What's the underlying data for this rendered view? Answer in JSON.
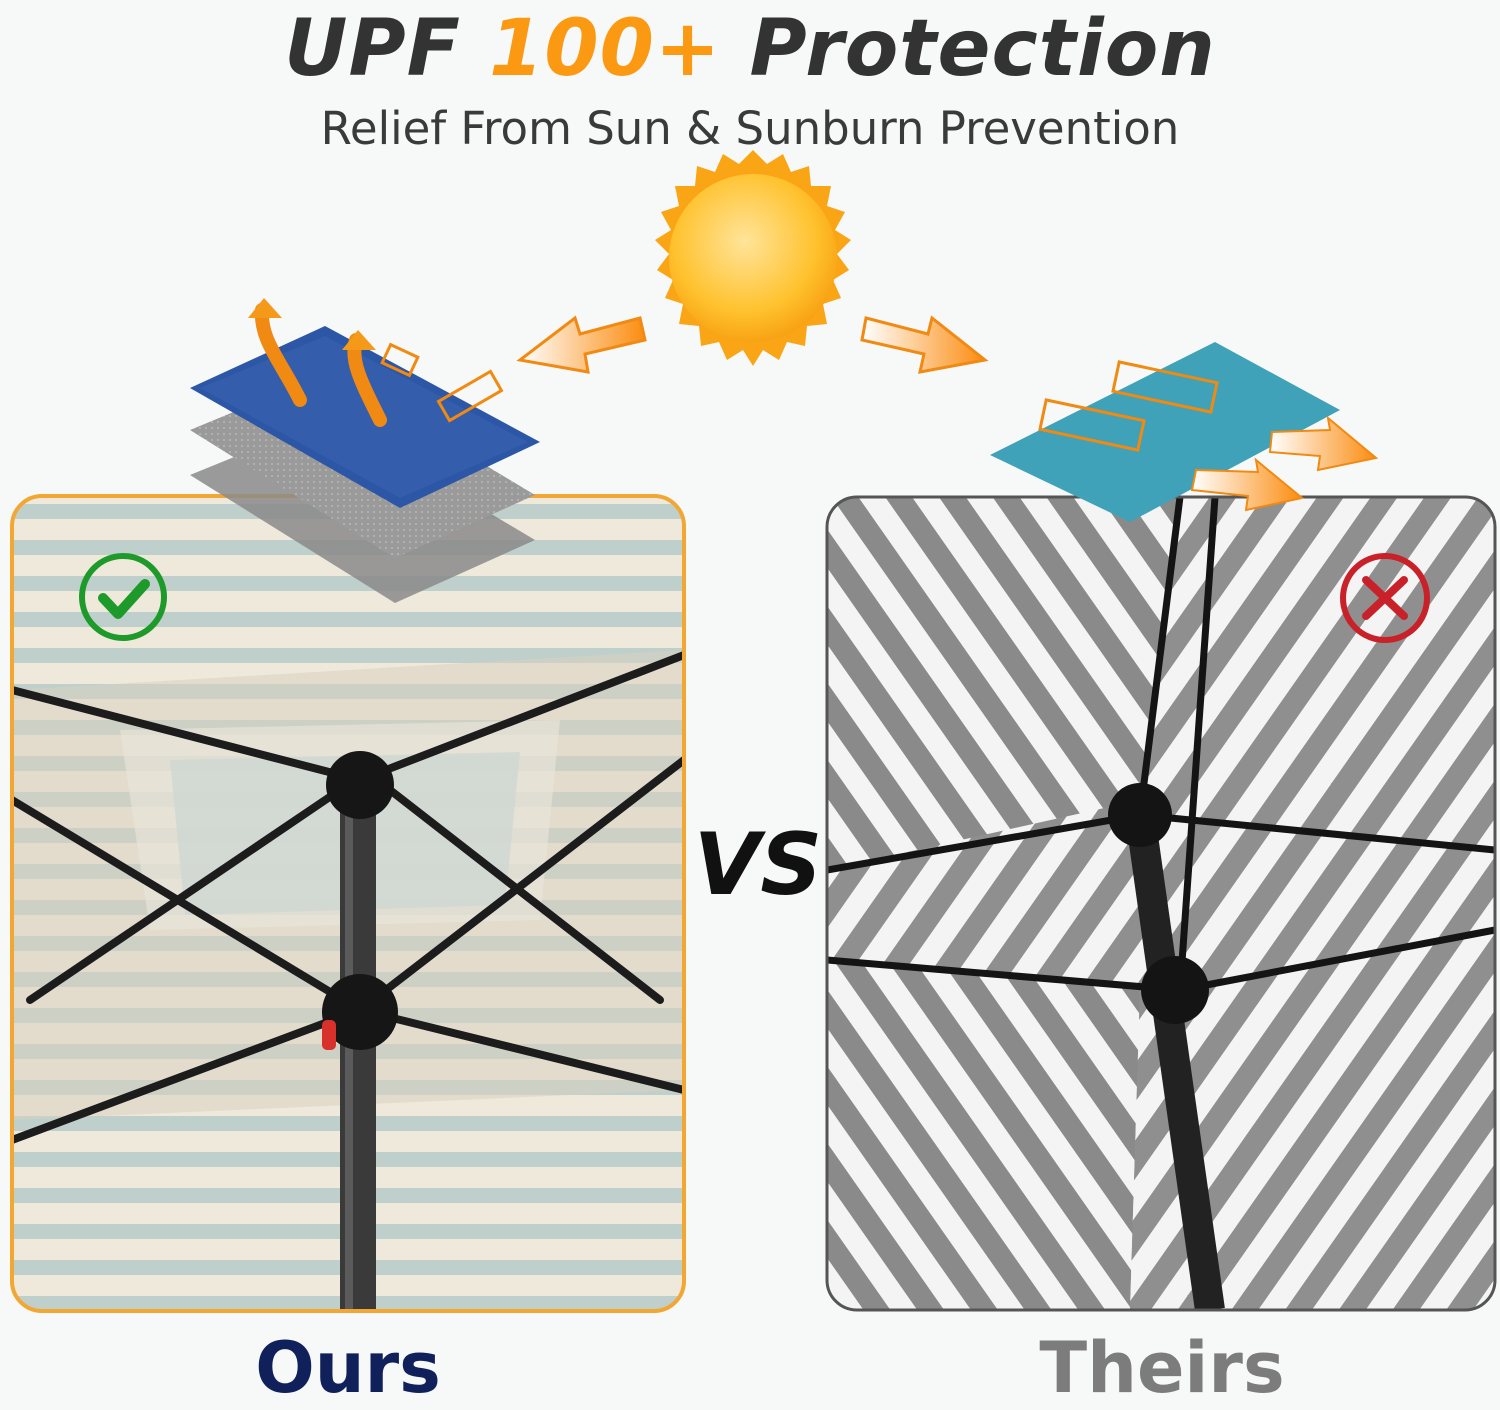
{
  "header": {
    "title_prefix": "UPF",
    "title_accent": "100+",
    "title_suffix": "Protection",
    "subtitle": "Relief From Sun & Sunburn Prevention"
  },
  "comparison": {
    "vs_label": "VS",
    "ours_label": "Ours",
    "theirs_label": "Theirs"
  },
  "colors": {
    "accent": "#fb9a12",
    "ours_border": "#f3a733",
    "check_green": "#1e9a2a",
    "cross_red": "#c8212a",
    "ours_fabric": "#2c56a6",
    "theirs_fabric": "#3fa2b8",
    "ours_label": "#10205a",
    "theirs_label": "#7c7c7c"
  },
  "icons": {
    "sun": "sun-icon",
    "check": "check-icon",
    "cross": "cross-icon",
    "arrow": "arrow-icon"
  }
}
